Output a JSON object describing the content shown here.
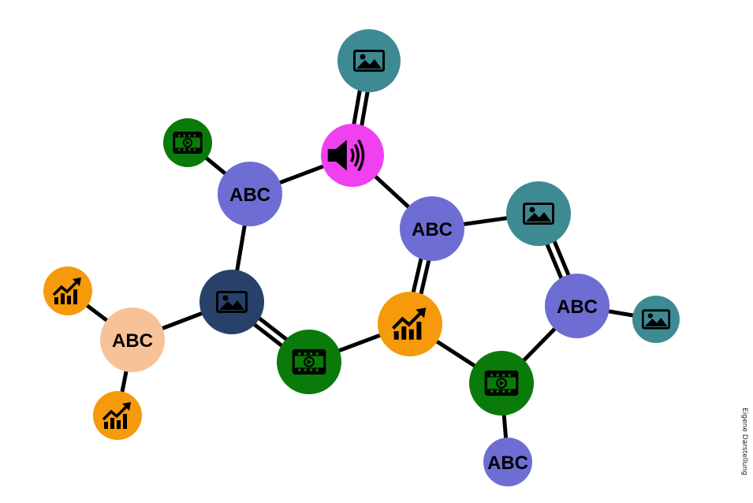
{
  "colors": {
    "edge": "#000000",
    "teal": "#3d8a93",
    "magenta": "#f040f0",
    "green": "#0a7a0a",
    "purple": "#6d6dd4",
    "navy": "#27416a",
    "orange": "#f59a0a",
    "peach": "#f8c299"
  },
  "credit": "Eigene Darstellung",
  "nodes": [
    {
      "id": "n1",
      "kind": "image-icon",
      "color": "teal"
    },
    {
      "id": "n2",
      "kind": "audio-icon",
      "color": "magenta"
    },
    {
      "id": "n3",
      "kind": "video-icon",
      "color": "green"
    },
    {
      "id": "n4",
      "kind": "text",
      "label": "ABC",
      "color": "purple"
    },
    {
      "id": "n5",
      "kind": "text",
      "label": "ABC",
      "color": "purple"
    },
    {
      "id": "n6",
      "kind": "image-icon",
      "color": "teal"
    },
    {
      "id": "n7",
      "kind": "image-icon",
      "color": "navy"
    },
    {
      "id": "n8",
      "kind": "chart-icon",
      "color": "orange"
    },
    {
      "id": "n9",
      "kind": "text",
      "label": "ABC",
      "color": "peach"
    },
    {
      "id": "n10",
      "kind": "chart-icon",
      "color": "orange"
    },
    {
      "id": "n11",
      "kind": "video-icon",
      "color": "green"
    },
    {
      "id": "n12",
      "kind": "chart-icon",
      "color": "orange"
    },
    {
      "id": "n13",
      "kind": "text",
      "label": "ABC",
      "color": "purple"
    },
    {
      "id": "n14",
      "kind": "image-icon",
      "color": "teal"
    },
    {
      "id": "n15",
      "kind": "video-icon",
      "color": "green"
    },
    {
      "id": "n16",
      "kind": "text",
      "label": "ABC",
      "color": "purple"
    }
  ],
  "edges": [
    {
      "from": "n1",
      "to": "n2",
      "double": true
    },
    {
      "from": "n2",
      "to": "n4",
      "double": false
    },
    {
      "from": "n2",
      "to": "n5",
      "double": false
    },
    {
      "from": "n3",
      "to": "n4",
      "double": false
    },
    {
      "from": "n4",
      "to": "n7",
      "double": false
    },
    {
      "from": "n5",
      "to": "n6",
      "double": false
    },
    {
      "from": "n5",
      "to": "n12",
      "double": true
    },
    {
      "from": "n6",
      "to": "n13",
      "double": true
    },
    {
      "from": "n7",
      "to": "n9",
      "double": false
    },
    {
      "from": "n7",
      "to": "n11",
      "double": true
    },
    {
      "from": "n8",
      "to": "n9",
      "double": false
    },
    {
      "from": "n9",
      "to": "n10",
      "double": false
    },
    {
      "from": "n11",
      "to": "n12",
      "double": false
    },
    {
      "from": "n12",
      "to": "n15",
      "double": false
    },
    {
      "from": "n13",
      "to": "n14",
      "double": false
    },
    {
      "from": "n13",
      "to": "n15",
      "double": false
    },
    {
      "from": "n15",
      "to": "n16",
      "double": false
    }
  ]
}
